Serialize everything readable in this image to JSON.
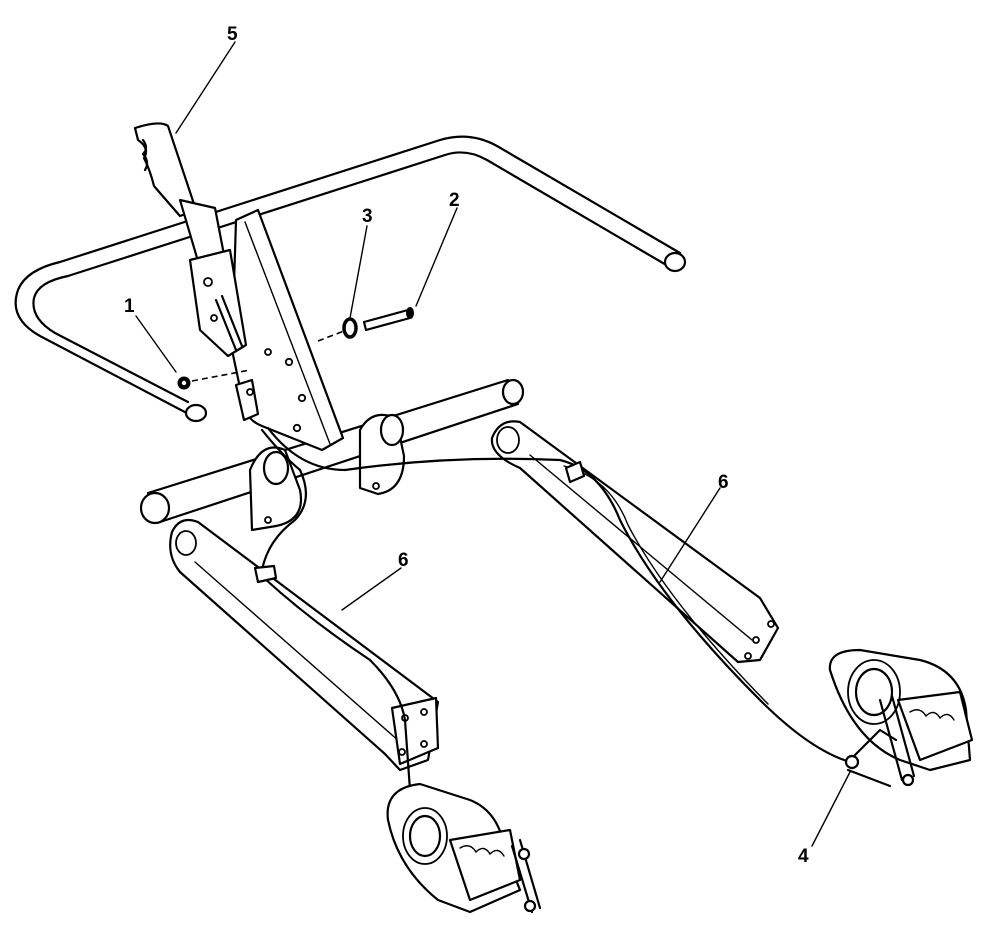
{
  "callouts": [
    {
      "id": "1",
      "label": "1"
    },
    {
      "id": "2",
      "label": "2"
    },
    {
      "id": "3",
      "label": "3"
    },
    {
      "id": "4",
      "label": "4"
    },
    {
      "id": "5",
      "label": "5"
    },
    {
      "id": "6a",
      "label": "6"
    },
    {
      "id": "6b",
      "label": "6"
    }
  ]
}
